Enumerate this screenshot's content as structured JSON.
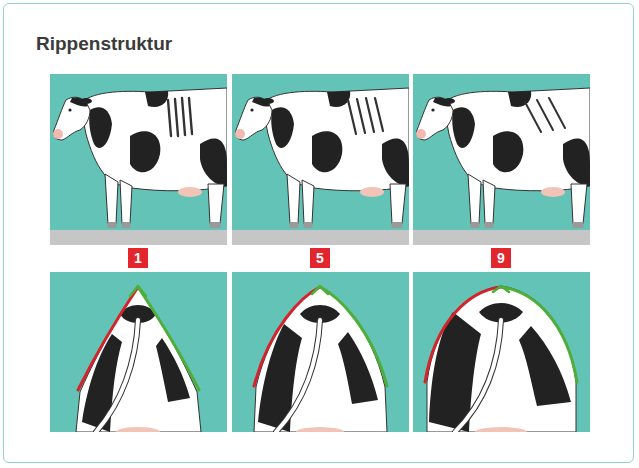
{
  "diagram": {
    "title": "Rippenstruktur",
    "nodes": [
      {
        "text": [
          "1"
        ]
      },
      {
        "text": [
          "5"
        ]
      },
      {
        "text": [
          "9"
        ]
      }
    ]
  }
}
